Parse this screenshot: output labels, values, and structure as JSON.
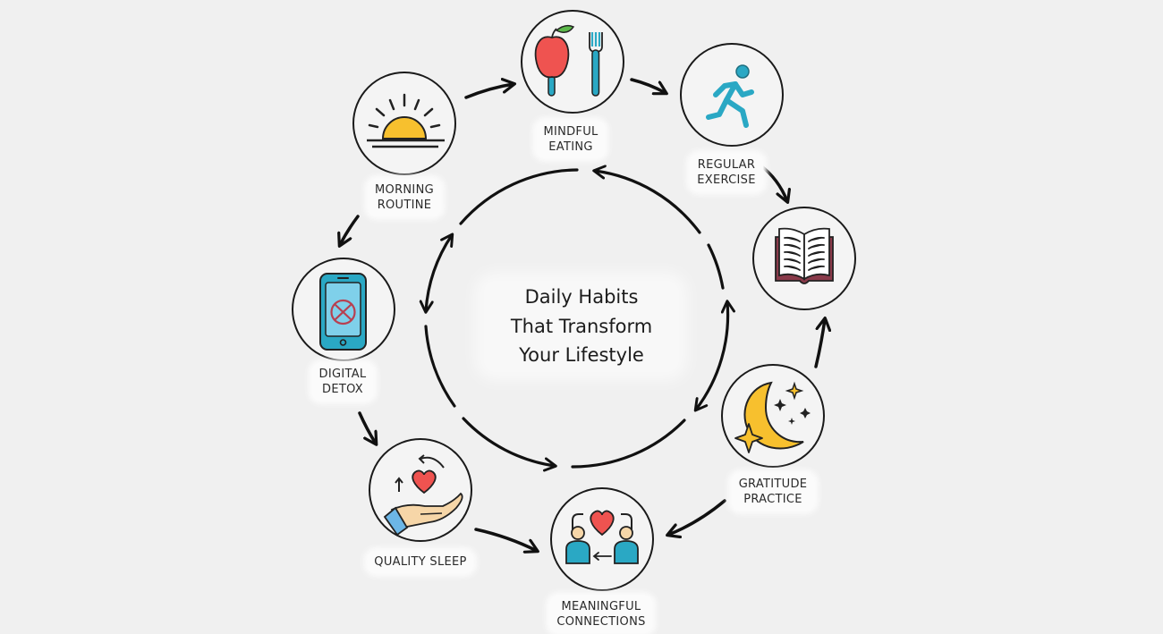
{
  "diagram": {
    "title_lines": [
      "Daily Habits",
      "That Transform",
      "Your Lifestyle"
    ],
    "background_color": "#f0f0f0",
    "nodes": [
      {
        "id": "morning-routine",
        "label": "MORNING\nROUTINE",
        "icon": "sunrise-icon"
      },
      {
        "id": "mindful-eating",
        "label": "MINDFUL\nEATING",
        "icon": "apple-fork-icon"
      },
      {
        "id": "regular-exercise",
        "label": "REGULAR\nEXERCISE",
        "icon": "running-person-icon"
      },
      {
        "id": "reading",
        "label": "",
        "icon": "open-book-icon"
      },
      {
        "id": "gratitude-practice",
        "label": "GRATITUDE\nPRACTICE",
        "icon": "moon-stars-icon"
      },
      {
        "id": "meaningful-connections",
        "label": "MEANINGFUL\nCONNECTIONS",
        "icon": "two-people-heart-icon"
      },
      {
        "id": "quality-sleep",
        "label": "QUALITY SLEEP",
        "icon": "hand-heart-icon"
      },
      {
        "id": "digital-detox",
        "label": "DIGITAL\nDETOX",
        "icon": "phone-blocked-icon"
      }
    ],
    "colors": {
      "sun": "#f7c02e",
      "apple": "#ef5350",
      "leaf": "#5cb84a",
      "teal": "#2aa8c4",
      "book_cover": "#8a3a4a",
      "heart": "#ef5350",
      "skin": "#f6d6a8",
      "sleeve": "#6cb6e6",
      "phone_screen": "#7fd0ea"
    }
  }
}
